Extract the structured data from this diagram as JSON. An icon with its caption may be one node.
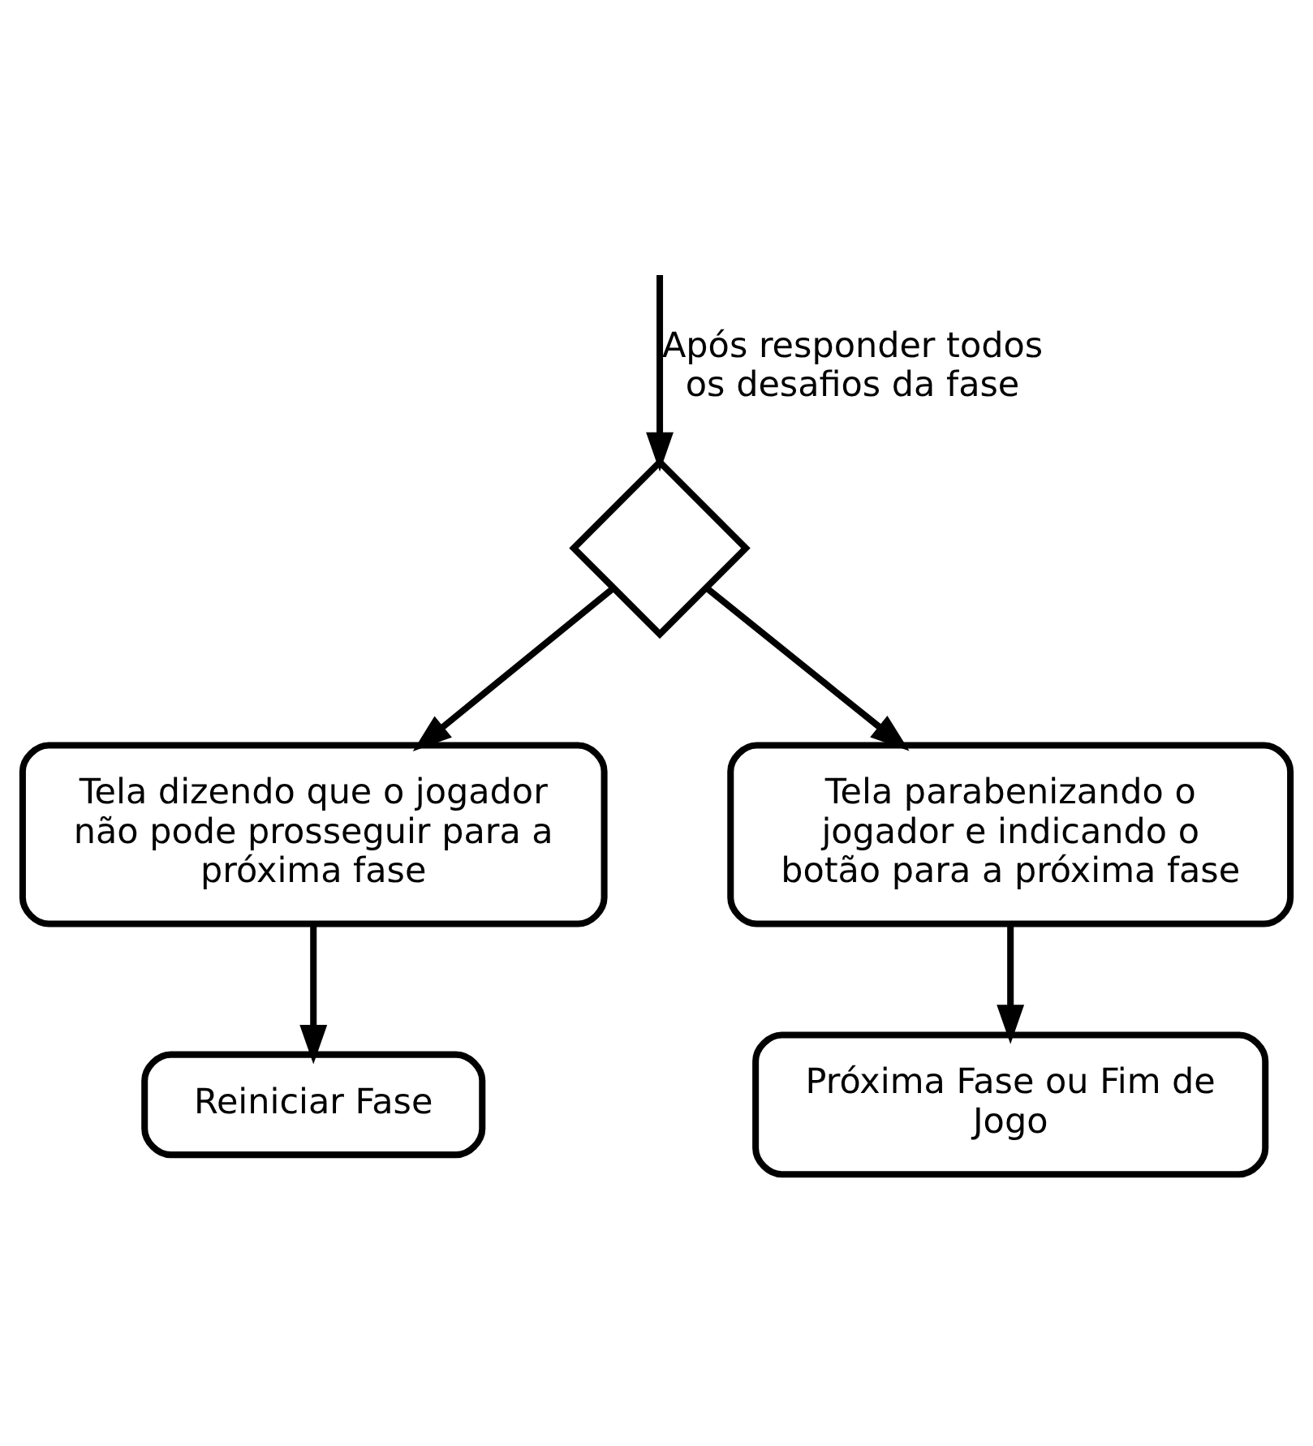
{
  "diagram": {
    "nodes": [
      {
        "text": [],
        "shape": "diamond"
      },
      {
        "text": [
          "Tela dizendo que o jogador não pode prosseguir para a próxima fase"
        ]
      },
      {
        "text": [
          "Tela parabenizando o jogador e indicando o botão para a próxima fase"
        ]
      },
      {
        "text": [
          "Reiniciar Fase"
        ]
      },
      {
        "text": [
          "Próxima Fase ou Fim de Jogo"
        ]
      }
    ],
    "edges": [
      {
        "from": null,
        "to": 0,
        "arrow": "to",
        "label": "Após responder todos os desafios da fase"
      },
      {
        "from": 0,
        "to": 1,
        "arrow": "to"
      },
      {
        "from": 0,
        "to": 2,
        "arrow": "to"
      },
      {
        "from": 1,
        "to": 3,
        "arrow": "to"
      },
      {
        "from": 2,
        "to": 4,
        "arrow": "to"
      }
    ]
  }
}
